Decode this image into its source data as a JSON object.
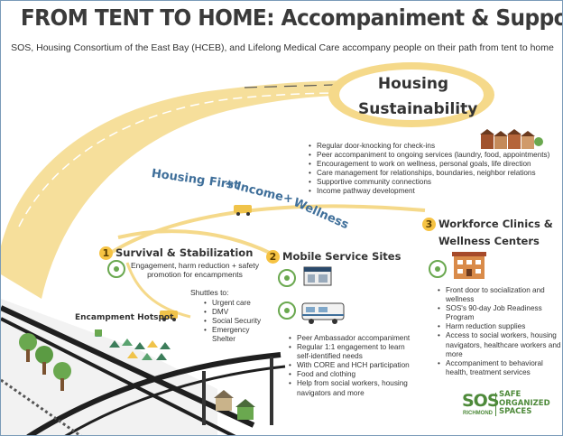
{
  "header": {
    "title": "FROM TENT TO HOME: Accompaniment & Support",
    "subtitle": "SOS, Housing Consortium of the East Bay (HCEB), and Lifelong Medical Care accompany people on their path from tent to home"
  },
  "path_label": "from_Tent_To_Home",
  "route_labels": [
    "Housing First",
    "+",
    "Income",
    "+",
    "Wellness"
  ],
  "housing_sustainability": {
    "title_line1": "Housing",
    "title_line2": "Sustainability",
    "items": [
      "Regular door-knocking for check-ins",
      "Peer accompaniment to ongoing services (laundry, food, appointments)",
      "Encouragement to work on wellness, personal goals, life direction",
      "Care management for relationships, boundaries, neighbor relations",
      "Supportive community connections",
      "Income pathway development"
    ]
  },
  "stage1": {
    "number": "1",
    "title": "Survival & Stabilization",
    "description": "Engagement, harm reduction + safety promotion for encampments"
  },
  "shuttles": {
    "label": "Shuttles to:",
    "items": [
      "Urgent care",
      "DMV",
      "Social Security",
      "Emergency Shelter"
    ]
  },
  "encampment_label": "Encampment Hotspot",
  "stage2": {
    "number": "2",
    "title": "Mobile Service Sites",
    "items": [
      "Peer Ambassador accompaniment",
      "Regular 1:1 engagement to learn self-identified needs",
      "With CORE and HCH participation",
      "Food and clothing",
      "Help from social workers, housing navigators and more"
    ]
  },
  "stage3": {
    "number": "3",
    "title_line1": "Workforce Clinics &",
    "title_line2": "Wellness Centers",
    "items": [
      "Front door to socialization and wellness",
      "SOS's 90-day Job Readiness Program",
      "Harm reduction supplies",
      "Access to social workers, housing navigators, healthcare workers and more",
      "Accompaniment to behavioral health, treatment services"
    ]
  },
  "logo": {
    "mark": "SOS",
    "city": "RICHMOND",
    "line1": "SAFE",
    "line2": "ORGANIZED",
    "line3": "SPACES"
  },
  "colors": {
    "path": "#f5d98a",
    "badge": "#f6c343",
    "accent_blue": "#3f6f9a",
    "logo_green": "#4e8a3a",
    "road": "#1f1f1f"
  }
}
